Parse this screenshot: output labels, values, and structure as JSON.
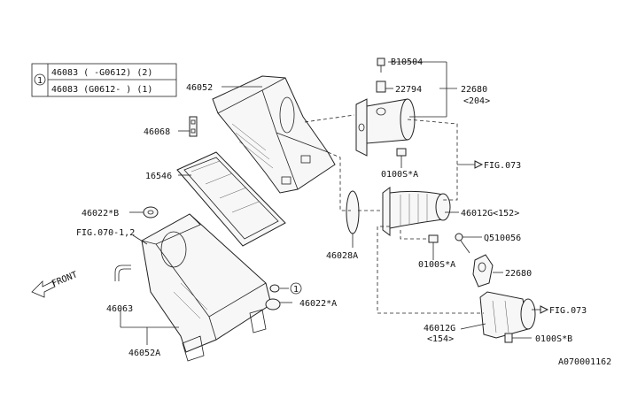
{
  "legend": {
    "marker": "1",
    "rows": [
      "46083 ( -G0612) (2)",
      "46083 (G0612- ) (1)"
    ]
  },
  "labels": {
    "b10504": "B10504",
    "p22794": "22794",
    "p22680_top": "22680",
    "p22680_top_sub": "<204>",
    "p46052": "46052",
    "p46068": "46068",
    "p16546": "16546",
    "p46022b": "46022*B",
    "fig070": "FIG.070-1,2",
    "front": "FRONT",
    "p0100s_a1": "0100S*A",
    "fig073_top": "FIG.073",
    "p46012g_152": "46012G<152>",
    "p46028a": "46028A",
    "q510056": "Q510056",
    "p0100s_a2": "0100S*A",
    "p22680_low": "22680",
    "p46063": "46063",
    "p46022a": "46022*A",
    "fig073_low": "FIG.073",
    "p46012g_154": "46012G",
    "p46012g_154_sub": "<154>",
    "p0100s_b": "0100S*B",
    "p46052a": "46052A",
    "drawing_no": "A070001162",
    "callout": "1"
  }
}
